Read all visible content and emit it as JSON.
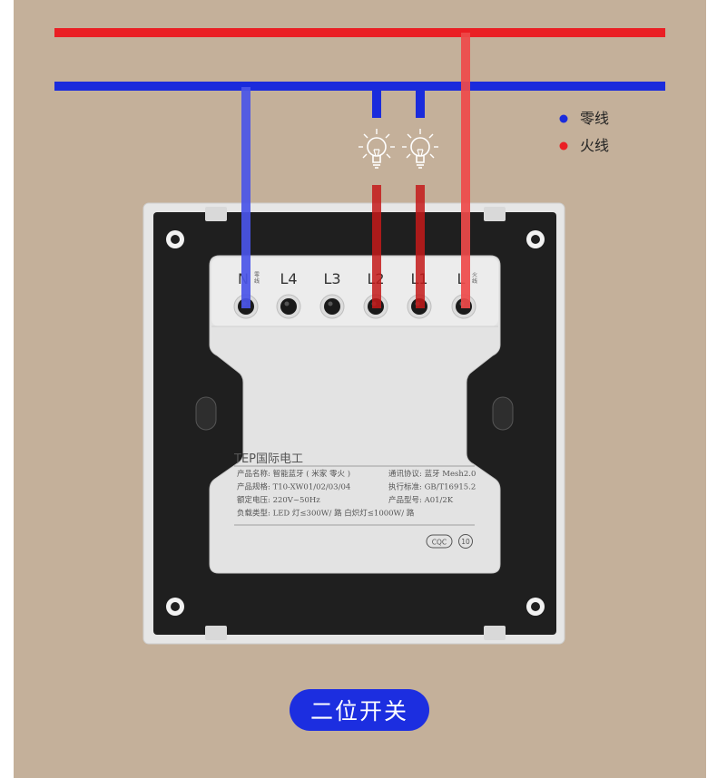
{
  "legend": [
    {
      "label": "零线",
      "color": "#1a2bdc"
    },
    {
      "label": "火线",
      "color": "#ea1f24"
    }
  ],
  "colors": {
    "background": "#c4b09a",
    "neutral_wire": "#1a2bdc",
    "live_wire": "#ea1f24",
    "neutral_drop": "#4a55e8",
    "live_drop": "#ee4a4a",
    "load_drop": "#c41a1a",
    "pill": "#1c2ee0"
  },
  "terminals": [
    {
      "label": "N",
      "sub": "零线"
    },
    {
      "label": "L4",
      "sub": ""
    },
    {
      "label": "L3",
      "sub": ""
    },
    {
      "label": "L2",
      "sub": ""
    },
    {
      "label": "L1",
      "sub": ""
    },
    {
      "label": "L",
      "sub": "火线"
    }
  ],
  "bulbs": [
    "bulb-1",
    "bulb-2"
  ],
  "label_plate": {
    "brand": "TEP国际电工",
    "lines_left": [
      "产品名称: 智能蓝牙 ( 米家 零火 )",
      "产品规格: T10-XW01/02/03/04",
      "额定电压: 220V~50Hz",
      "负载类型: LED 灯≤300W/ 路  白炽灯≤1000W/ 路"
    ],
    "lines_right": [
      "通讯协议: 蓝牙 Mesh2.0",
      "执行标准: GB/T16915.2",
      "产品型号: A01/2K"
    ],
    "cqc": "CQC",
    "rating": "10"
  },
  "title": "二位开关"
}
